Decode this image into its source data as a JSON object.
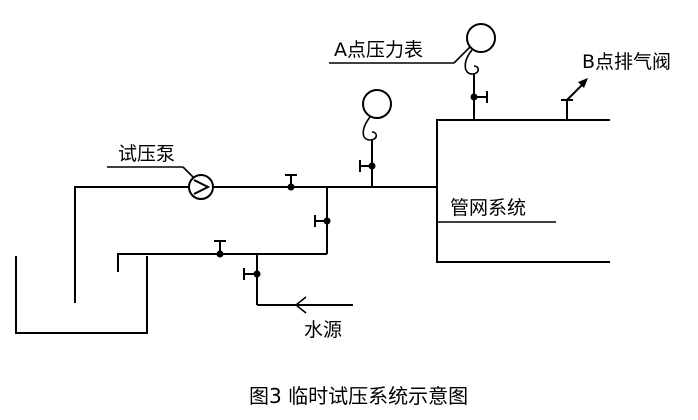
{
  "labels": {
    "gauge_a": "A点压力表",
    "vent_b": "B点排气阀",
    "pump": "试压泵",
    "network": "管网系统",
    "water_source": "水源"
  },
  "caption": "图3 临时试压系统示意图"
}
